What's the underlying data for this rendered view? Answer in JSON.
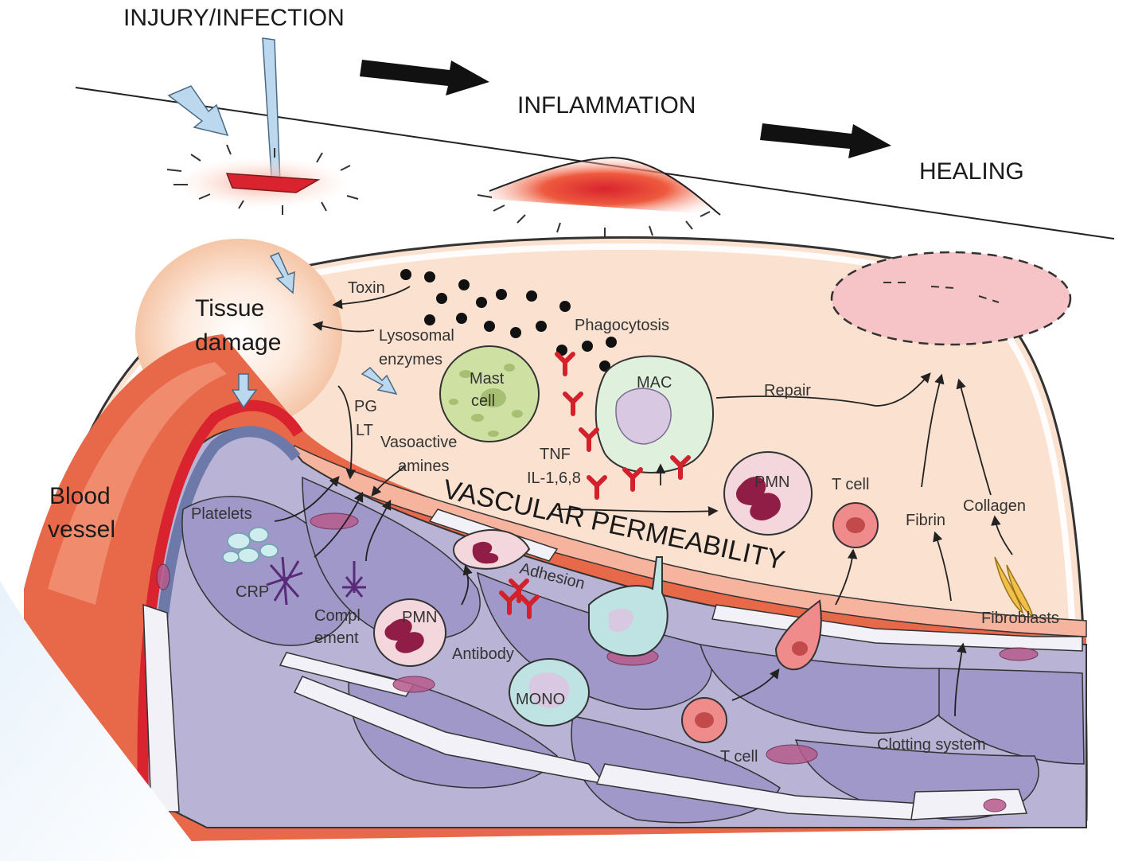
{
  "stages": {
    "injury": "INJURY/INFECTION",
    "inflammation": "INFLAMMATION",
    "healing": "HEALING"
  },
  "labels": {
    "tissue_damage": [
      "Tissue",
      "damage"
    ],
    "blood_vessel": [
      "Blood",
      "vessel"
    ],
    "toxin": "Toxin",
    "lysosomal_enzymes": [
      "Lysosomal",
      "enzymes"
    ],
    "phagocytosis": "Phagocytosis",
    "mast_cell": [
      "Mast",
      "cell"
    ],
    "mac": "MAC",
    "repair": "Repair",
    "pg": "PG",
    "lt": "LT",
    "vasoactive_amines": [
      "Vasoactive",
      "amines"
    ],
    "tnf": "TNF",
    "il": "IL-1,6,8",
    "pmn_tissue": "PMN",
    "t_cell_tissue": "T cell",
    "fibrin": "Fibrin",
    "collagen": "Collagen",
    "vascular_permeability": "VASCULAR PERMEABILITY",
    "platelets": "Platelets",
    "crp": "CRP",
    "complement": [
      "Compl",
      "ement"
    ],
    "pmn_vessel": "PMN",
    "adhesion": "Adhesion",
    "antibody": "Antibody",
    "mono": "MONO",
    "t_cell_vessel": "T cell",
    "clotting_system": "Clotting system",
    "fibroblasts": "Fibroblasts"
  },
  "colors": {
    "tissue": "#fbe1cf",
    "vessel_wall": "#e8684a",
    "vessel_inner": "#b9b3d6",
    "endothelium": "#9b94c4",
    "wound": "#d92b3a",
    "healed_scar": "#f6c3c6",
    "mast_cell": "#cfe0a3",
    "macrophage": "#dff0dc",
    "pmn": "#f4d6dd",
    "nucleus": "#8f1d45",
    "mono": "#bfe3e2",
    "t_cell": "#f08b8b",
    "cytokine": "#d3202a",
    "platelets": "#cfecef",
    "stage_arrow": "#111111",
    "injury_arrow": "#bcd8ee"
  }
}
